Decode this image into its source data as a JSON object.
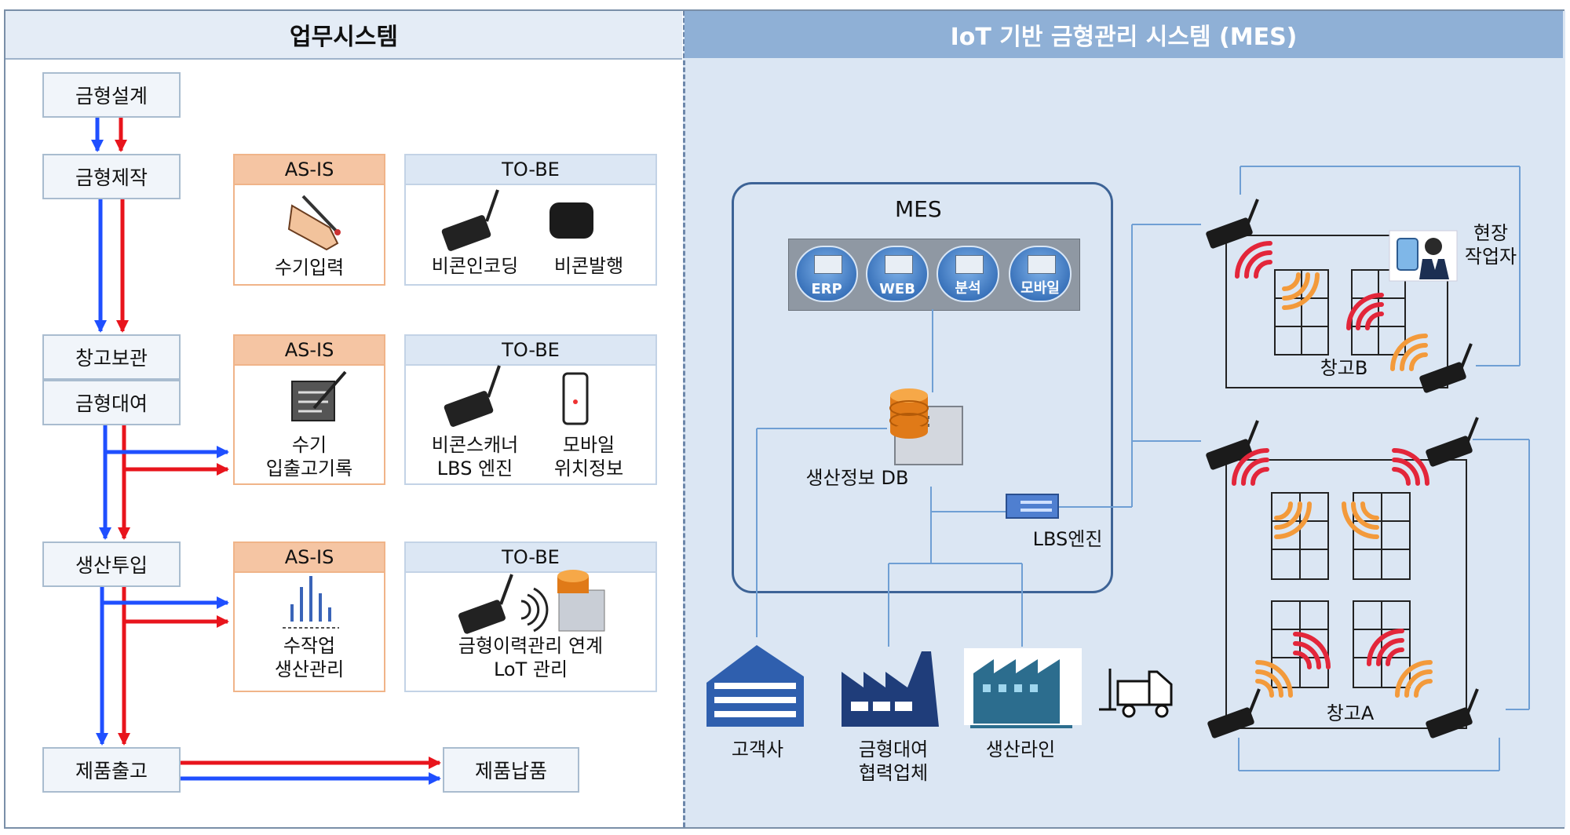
{
  "left": {
    "title": "업무시스템",
    "steps": {
      "design": "금형설계",
      "make": "금형제작",
      "store": "창고보관",
      "rent": "금형대여",
      "input": "생산투입",
      "ship": "제품출고",
      "deliver": "제품납품"
    },
    "row1": {
      "asis_head": "AS-IS",
      "asis_label": "수기입력",
      "tobe_head": "TO-BE",
      "tobe_label1": "비콘인코딩",
      "tobe_label2": "비콘발행"
    },
    "row2": {
      "asis_head": "AS-IS",
      "asis_label_l1": "수기",
      "asis_label_l2": "입출고기록",
      "tobe_head": "TO-BE",
      "tobe_a_l1": "비콘스캐너",
      "tobe_a_l2": "LBS 엔진",
      "tobe_b_l1": "모바일",
      "tobe_b_l2": "위치정보"
    },
    "row3": {
      "asis_head": "AS-IS",
      "asis_label_l1": "수작업",
      "asis_label_l2": "생산관리",
      "tobe_head": "TO-BE",
      "tobe_l1": "금형이력관리 연계",
      "tobe_l2": "LoT 관리"
    }
  },
  "right": {
    "title": "IoT 기반 금형관리 시스템 (MES)",
    "mes_title": "MES",
    "apps": [
      "ERP",
      "WEB",
      "분석",
      "모바일"
    ],
    "db_label": "생산정보 DB",
    "lbs_label": "LBS엔진",
    "worker_l1": "현장",
    "worker_l2": "작업자",
    "warehouse_b": "창고B",
    "warehouse_a": "창고A",
    "customer": "고객사",
    "partner_l1": "금형대여",
    "partner_l2": "협력업체",
    "line": "생산라인"
  },
  "colors": {
    "arrow_blue": "#1f4fff",
    "arrow_red": "#e8141c",
    "signal_red": "#e3263a",
    "signal_orange": "#f39a3b",
    "line_blue": "#6f9fd4"
  }
}
